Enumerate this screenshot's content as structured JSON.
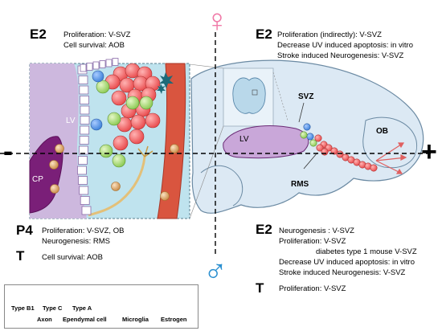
{
  "symbols": {
    "female": "♀",
    "male": "♂",
    "minus": "-",
    "plus": "+"
  },
  "top_left": {
    "hormone": "E2",
    "effects": [
      "Proliferation: V-SVZ",
      "Cell survival: AOB"
    ]
  },
  "top_right": {
    "hormone": "E2",
    "effects": [
      "Proliferation (indirectly): V-SVZ",
      "Decrease UV induced apoptosis: in vitro",
      "Stroke induced  Neurogenesis: V-SVZ"
    ]
  },
  "bottom_left": {
    "groups": [
      {
        "hormone": "P4",
        "effects": [
          "Proliferation: V-SVZ, OB",
          "Neurogenesis:  RMS"
        ]
      },
      {
        "hormone": "T",
        "effects": [
          "Cell survival:  AOB"
        ]
      }
    ]
  },
  "bottom_right": {
    "groups": [
      {
        "hormone": "E2",
        "effects": [
          "Neurogenesis : V-SVZ",
          "Proliferation:  V-SVZ",
          "diabetes type 1 mouse V-SVZ",
          "Decrease UV induced apoptosis: in vitro",
          " Stroke induced  Neurogenesis: V-SVZ"
        ]
      },
      {
        "hormone": "T",
        "effects": [
          "Proliferation: V-SVZ"
        ]
      }
    ]
  },
  "inset_labels": {
    "lv": "LV",
    "cp": "CP"
  },
  "brain_labels": {
    "svz": "SVZ",
    "lv": "LV",
    "rms": "RMS",
    "ob": "OB"
  },
  "legend": {
    "type_b1": "Type B1",
    "type_c": "Type C",
    "type_a": "Type A",
    "axon": "Axon",
    "ependymal": "Ependymal cell",
    "microglia": "Microglia",
    "estrogen": "Estrogen"
  },
  "colors": {
    "female_symbol": "#f07aa8",
    "male_symbol": "#2a8fd0",
    "type_b1": "#3b7fd9",
    "type_c": "#9dd66a",
    "type_a": "#e8484a",
    "lv_purple": "#7a1f78",
    "brain_fill": "#dce9f4",
    "inset_bg": "#bfe3ee",
    "vessel": "#d9553f",
    "estrogen": "#d6a062",
    "microglia": "#1d6a78"
  }
}
